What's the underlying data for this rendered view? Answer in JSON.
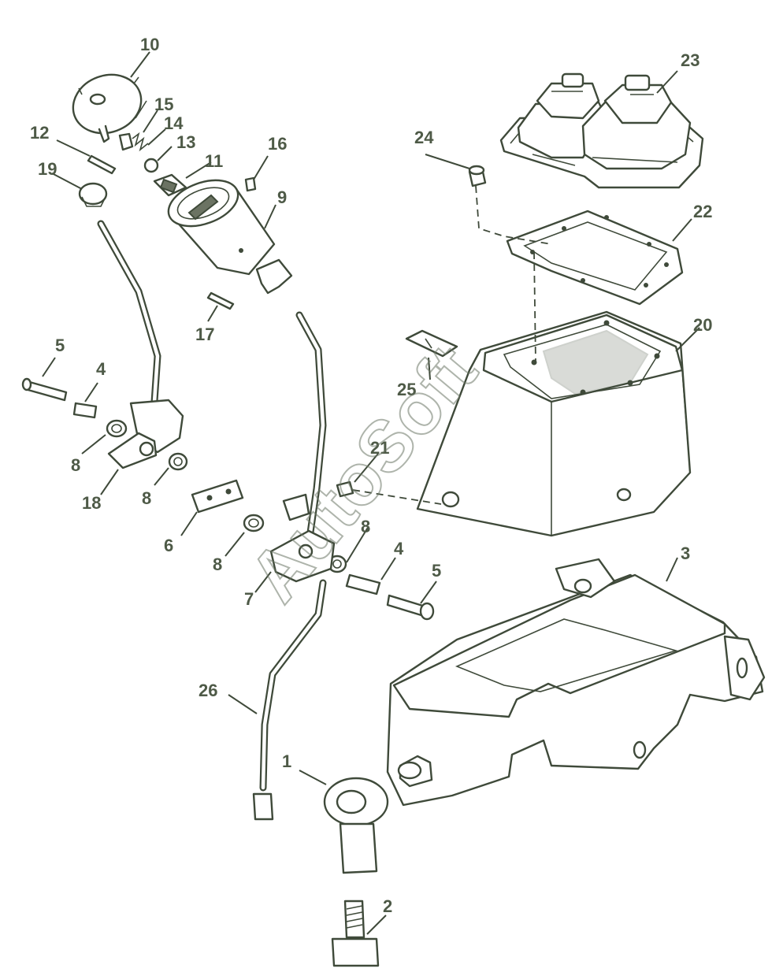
{
  "watermark": "AutoSoft",
  "colors": {
    "ink": "#3f4a3a",
    "label": "#4e5a47",
    "background": "#ffffff"
  },
  "callouts": {
    "c1": "1",
    "c2": "2",
    "c3": "3",
    "c4a": "4",
    "c4b": "4",
    "c5a": "5",
    "c5b": "5",
    "c6": "6",
    "c7": "7",
    "c8a": "8",
    "c8b": "8",
    "c8c": "8",
    "c8d": "8",
    "c9": "9",
    "c10": "10",
    "c11": "11",
    "c12": "12",
    "c13": "13",
    "c14": "14",
    "c15": "15",
    "c16": "16",
    "c17": "17",
    "c18": "18",
    "c19": "19",
    "c20": "20",
    "c21": "21",
    "c22": "22",
    "c23": "23",
    "c24": "24",
    "c25": "25",
    "c26": "26"
  }
}
